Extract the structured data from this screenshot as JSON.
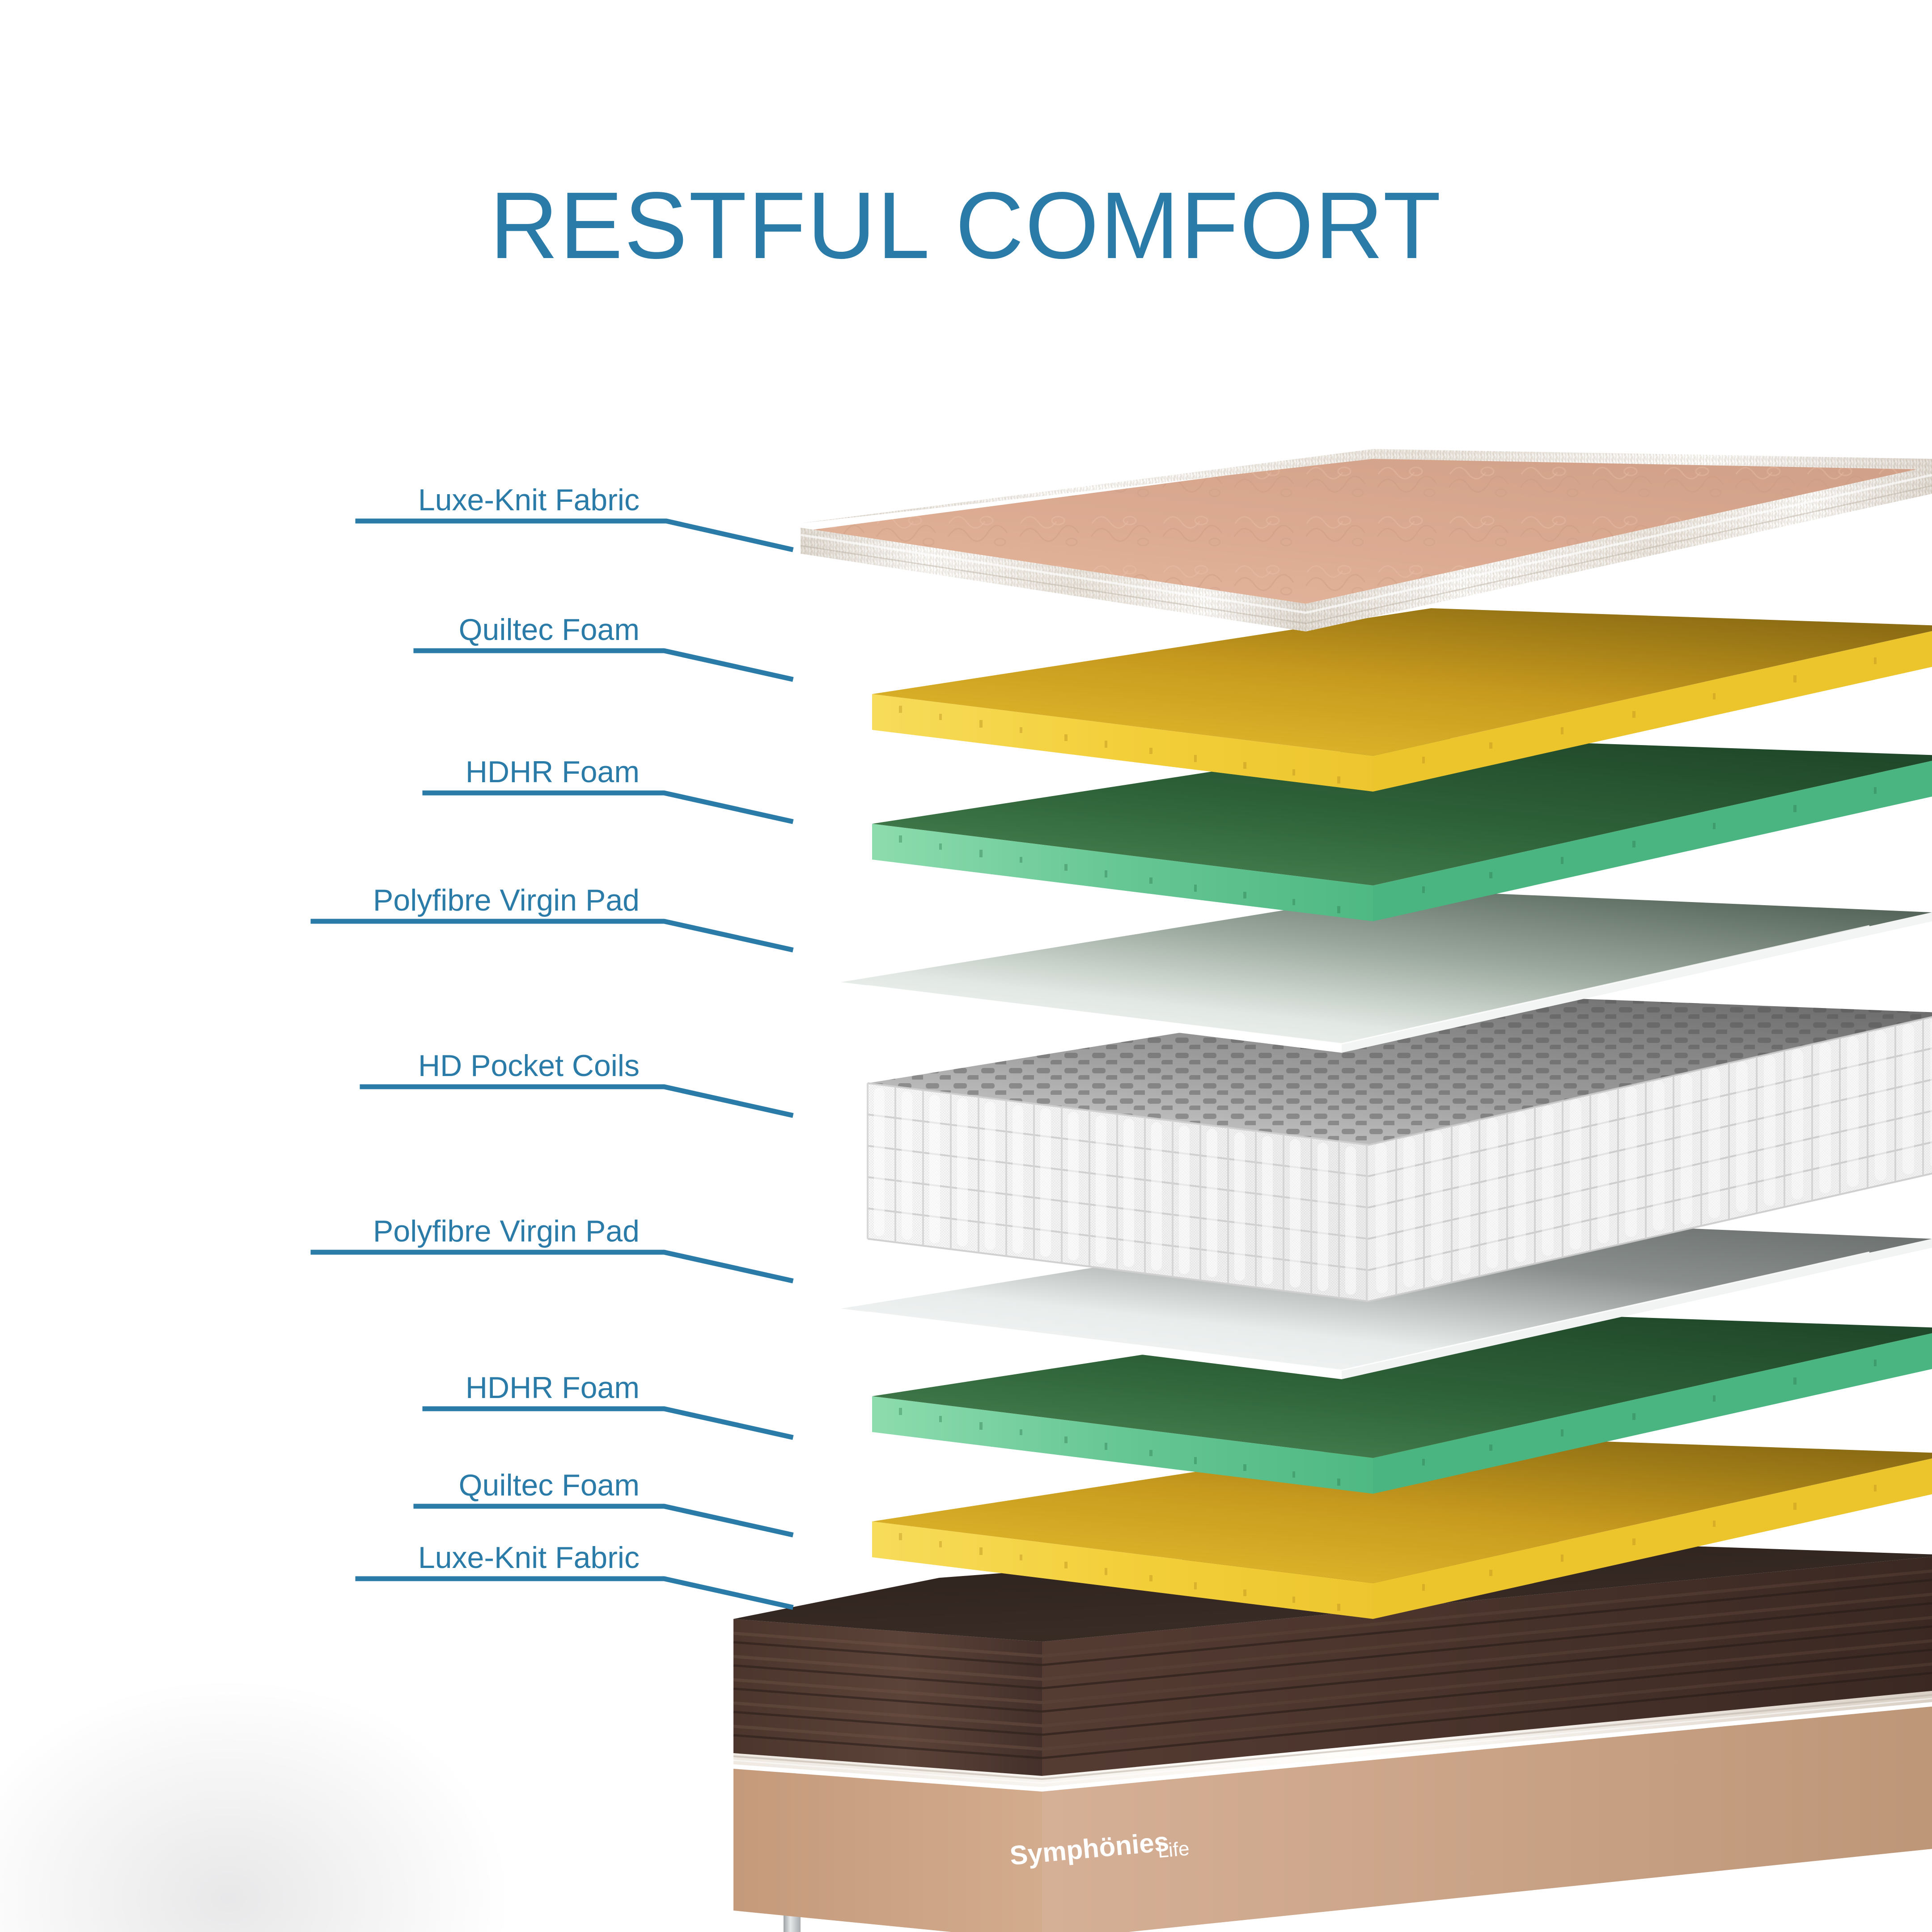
{
  "title": "RESTFUL COMFORT",
  "brand": {
    "logo_main": "Symphönies",
    "logo_suffix": "Life"
  },
  "colors": {
    "accent": "#2b7ba8",
    "background": "#ffffff",
    "fabric_pink": "#dcac93",
    "fabric_trim_silver": "#d9d2c9",
    "quiltec_yellow_edge": "#f5d23f",
    "quiltec_gold_top": "#b8861f",
    "hdhr_green_edge": "#6ec89a",
    "hdhr_green_top": "#34663c",
    "polyfibre_white": "#f2f4f3",
    "coils_white": "#f3f3f3",
    "coils_grey_top": "#8c8c8c",
    "base_brown": "#4a332b",
    "foundation_tan": "#cdaa8c",
    "leg_silver": "#c8cacb"
  },
  "labels": [
    {
      "id": "luxe-knit-fabric-top",
      "text": "Luxe-Knit Fabric"
    },
    {
      "id": "quiltec-foam-top",
      "text": "Quiltec Foam"
    },
    {
      "id": "hdhr-foam-top",
      "text": "HDHR Foam"
    },
    {
      "id": "polyfibre-virgin-pad-top",
      "text": "Polyfibre Virgin Pad"
    },
    {
      "id": "hd-pocket-coils",
      "text": "HD Pocket Coils"
    },
    {
      "id": "polyfibre-virgin-pad-bottom",
      "text": "Polyfibre Virgin Pad"
    },
    {
      "id": "hdhr-foam-bottom",
      "text": "HDHR Foam"
    },
    {
      "id": "quiltec-foam-bottom",
      "text": "Quiltec Foam"
    },
    {
      "id": "luxe-knit-fabric-bottom",
      "text": "Luxe-Knit Fabric"
    }
  ],
  "layers": [
    {
      "name": "Luxe-Knit Fabric",
      "material": "quilted knit fabric cover",
      "color": "#dcac93"
    },
    {
      "name": "Quiltec Foam",
      "material": "yellow comfort foam",
      "color": "#f5d23f"
    },
    {
      "name": "HDHR Foam",
      "material": "green high-density high-resilience foam",
      "color": "#6ec89a"
    },
    {
      "name": "Polyfibre Virgin Pad",
      "material": "white polyfibre insulator pad",
      "color": "#f2f4f3"
    },
    {
      "name": "HD Pocket Coils",
      "material": "individually pocketed coil unit",
      "color": "#f3f3f3"
    },
    {
      "name": "Polyfibre Virgin Pad",
      "material": "white polyfibre insulator pad",
      "color": "#f2f4f3"
    },
    {
      "name": "HDHR Foam",
      "material": "green high-density high-resilience foam",
      "color": "#6ec89a"
    },
    {
      "name": "Quiltec Foam",
      "material": "yellow comfort foam",
      "color": "#f5d23f"
    },
    {
      "name": "Luxe-Knit Fabric",
      "material": "quilted knit fabric base cover",
      "color": "#4a332b"
    }
  ]
}
